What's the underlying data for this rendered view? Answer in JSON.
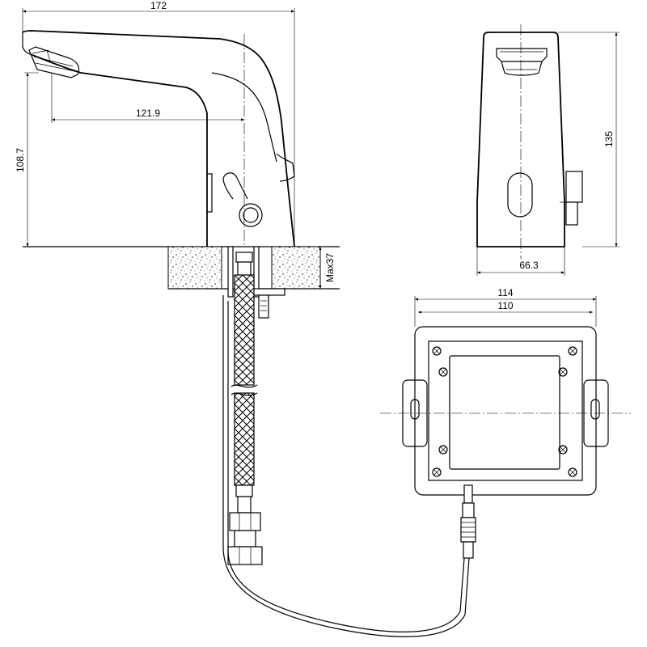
{
  "dimensions": {
    "faucet_length": "172",
    "spout_reach": "121.9",
    "spout_height": "108.7",
    "counter_thickness": "Max37",
    "faucet_height": "135",
    "faucet_width": "66.3",
    "box_outer_width": "114",
    "box_inner_width": "110"
  },
  "colors": {
    "line": "#000000",
    "background": "#ffffff"
  }
}
